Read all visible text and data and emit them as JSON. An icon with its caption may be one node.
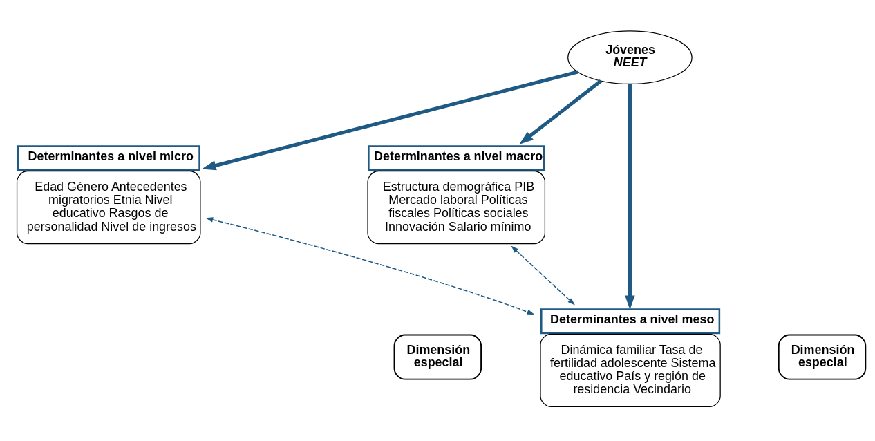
{
  "diagram": {
    "nodes": [
      {
        "text": [
          "Jóvenes",
          "NEET"
        ]
      },
      {
        "text": [
          "Determinantes a nivel micro",
          "Edad Género Antecedentes migratorios Etnia Nivel educativo Rasgos de personalidad Nivel de ingresos"
        ]
      },
      {
        "text": [
          "Determinantes a nivel macro",
          "Estructura demográfica PIB Mercado laboral Políticas fiscales Políticas sociales Innovación Salario mínimo"
        ]
      },
      {
        "text": [
          "Determinantes a nivel meso",
          "Dinámica familiar Tasa de fertilidad adolescente Sistema educativo País y región de residencia Vecindario"
        ]
      },
      {
        "text": [
          "Dimensión especial"
        ]
      },
      {
        "text": [
          "Dimensión especial"
        ]
      }
    ],
    "edges": [
      {
        "from": 0,
        "to": 1,
        "arrow": "to"
      },
      {
        "from": 0,
        "to": 2,
        "arrow": "to"
      },
      {
        "from": 0,
        "to": 3,
        "arrow": "to"
      },
      {
        "from": 1,
        "to": 3,
        "arrow": "both",
        "style": "dashed"
      },
      {
        "from": 2,
        "to": 3,
        "arrow": "both",
        "style": "dashed"
      }
    ]
  }
}
